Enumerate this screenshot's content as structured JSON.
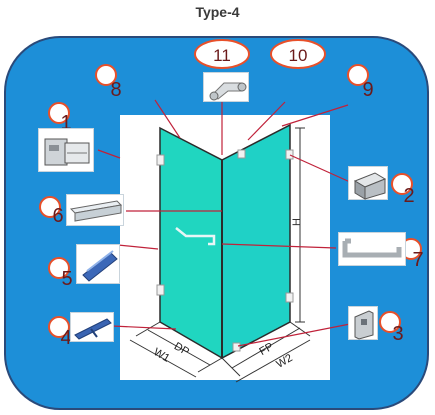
{
  "title": "Type-4",
  "callouts": {
    "c1": "1",
    "c2": "2",
    "c3": "3",
    "c4": "4",
    "c5": "5",
    "c6": "6",
    "c7": "7",
    "c8": "8",
    "c9": "9",
    "c10": "10",
    "c11": "11"
  },
  "dimensions": {
    "height": "H",
    "depth": "DP",
    "width_left": "W1",
    "front_panel": "FP",
    "width_right": "W2"
  },
  "icons": {
    "item_1": "hinge-clamp-icon",
    "item_2": "wall-profile-icon",
    "item_3": "u-channel-icon",
    "item_4": "drip-seal-strip-icon",
    "item_5": "bubble-seal-strip-icon",
    "item_6": "magnetic-seal-icon",
    "item_7": "door-handle-icon",
    "item_11": "corner-connector-icon"
  },
  "colors": {
    "panel": "#1d8fd8",
    "glass": "#20d6c0",
    "callout_ring": "#e8502a",
    "leader": "#c0223a"
  }
}
